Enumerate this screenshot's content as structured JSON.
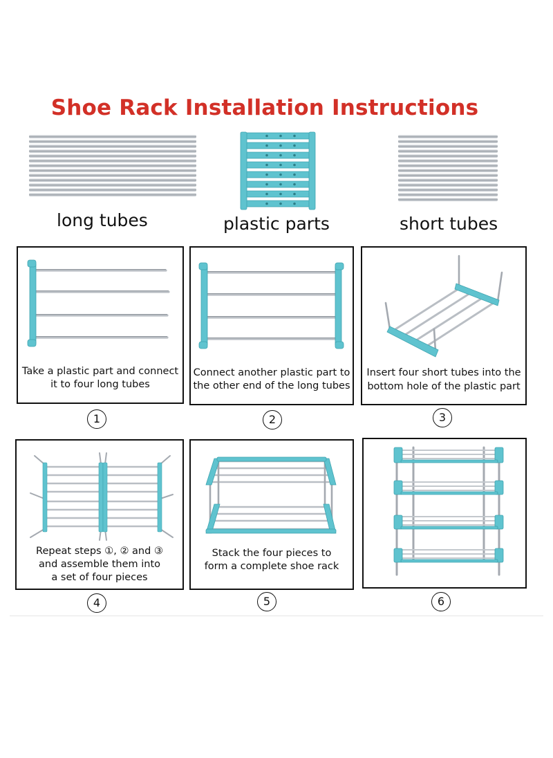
{
  "title": "Shoe Rack Installation Instructions",
  "parts": {
    "long_tubes": "long tubes",
    "plastic_parts": "plastic parts",
    "short_tubes": "short tubes"
  },
  "steps": [
    {
      "number": "1",
      "text_line1": "Take a plastic part and connect",
      "text_line2": "it to four long tubes"
    },
    {
      "number": "2",
      "text_line1": "Connect another plastic part to",
      "text_line2": "the other end of the long tubes"
    },
    {
      "number": "3",
      "text_line1": "Insert four short tubes into the",
      "text_line2": "bottom hole of the plastic part"
    },
    {
      "number": "4",
      "text_line1": "Repeat steps ①, ② and ③",
      "text_line2": "and assemble them into",
      "text_line3": "a set of four pieces"
    },
    {
      "number": "5",
      "text_line1": "Stack the four pieces to",
      "text_line2": "form a complete shoe rack"
    },
    {
      "number": "6"
    }
  ],
  "colors": {
    "title": "#d23027",
    "plastic": "#5fc3cf",
    "tube": "#b9bec4",
    "frame": "#111111"
  }
}
